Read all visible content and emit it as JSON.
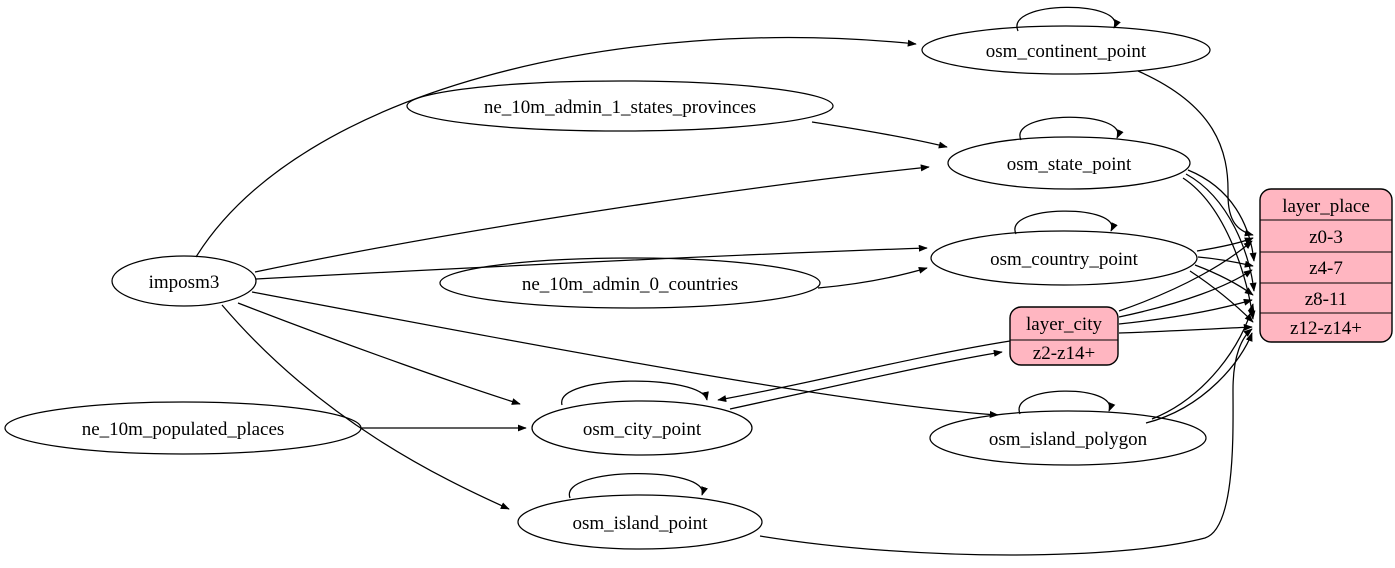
{
  "diagram": {
    "type": "etl-dependency-graph",
    "colors": {
      "background": "#ffffff",
      "node_fill": "#ffffff",
      "record_fill": "#ffb6c1",
      "stroke": "#000000"
    },
    "nodes": {
      "imposm3": {
        "label": "imposm3",
        "shape": "ellipse"
      },
      "ne_10m_admin_1_states_provinces": {
        "label": "ne_10m_admin_1_states_provinces",
        "shape": "ellipse"
      },
      "ne_10m_admin_0_countries": {
        "label": "ne_10m_admin_0_countries",
        "shape": "ellipse"
      },
      "ne_10m_populated_places": {
        "label": "ne_10m_populated_places",
        "shape": "ellipse"
      },
      "osm_continent_point": {
        "label": "osm_continent_point",
        "shape": "ellipse"
      },
      "osm_state_point": {
        "label": "osm_state_point",
        "shape": "ellipse"
      },
      "osm_country_point": {
        "label": "osm_country_point",
        "shape": "ellipse"
      },
      "osm_city_point": {
        "label": "osm_city_point",
        "shape": "ellipse"
      },
      "osm_island_polygon": {
        "label": "osm_island_polygon",
        "shape": "ellipse"
      },
      "osm_island_point": {
        "label": "osm_island_point",
        "shape": "ellipse"
      },
      "layer_city": {
        "title": "layer_city",
        "rows": [
          "z2-z14+"
        ],
        "shape": "record"
      },
      "layer_place": {
        "title": "layer_place",
        "rows": [
          "z0-3",
          "z4-7",
          "z8-11",
          "z12-z14+"
        ],
        "shape": "record"
      }
    },
    "edges": [
      {
        "from": "imposm3",
        "to": "osm_continent_point"
      },
      {
        "from": "imposm3",
        "to": "osm_state_point"
      },
      {
        "from": "imposm3",
        "to": "osm_country_point"
      },
      {
        "from": "imposm3",
        "to": "osm_city_point"
      },
      {
        "from": "imposm3",
        "to": "osm_island_polygon"
      },
      {
        "from": "imposm3",
        "to": "osm_island_point"
      },
      {
        "from": "ne_10m_admin_1_states_provinces",
        "to": "osm_state_point"
      },
      {
        "from": "ne_10m_admin_0_countries",
        "to": "osm_country_point"
      },
      {
        "from": "ne_10m_populated_places",
        "to": "osm_city_point"
      },
      {
        "from": "osm_continent_point",
        "to": "osm_continent_point"
      },
      {
        "from": "osm_state_point",
        "to": "osm_state_point"
      },
      {
        "from": "osm_country_point",
        "to": "osm_country_point"
      },
      {
        "from": "osm_city_point",
        "to": "osm_city_point"
      },
      {
        "from": "osm_island_polygon",
        "to": "osm_island_polygon"
      },
      {
        "from": "osm_island_point",
        "to": "osm_island_point"
      },
      {
        "from": "osm_continent_point",
        "to": "layer_place:z0-3"
      },
      {
        "from": "osm_country_point",
        "to": "layer_place:z0-3"
      },
      {
        "from": "osm_country_point",
        "to": "layer_place:z4-7"
      },
      {
        "from": "osm_country_point",
        "to": "layer_place:z8-11"
      },
      {
        "from": "osm_country_point",
        "to": "layer_place:z12-z14+"
      },
      {
        "from": "osm_state_point",
        "to": "layer_place:z4-7"
      },
      {
        "from": "osm_state_point",
        "to": "layer_place:z8-11"
      },
      {
        "from": "osm_state_point",
        "to": "layer_place:z12-z14+"
      },
      {
        "from": "osm_island_polygon",
        "to": "layer_place:z8-11"
      },
      {
        "from": "osm_island_polygon",
        "to": "layer_place:z12-z14+"
      },
      {
        "from": "osm_island_point",
        "to": "layer_place:z12-z14+"
      },
      {
        "from": "osm_city_point",
        "to": "layer_city:z2-z14+"
      },
      {
        "from": "layer_city",
        "to": "osm_city_point"
      },
      {
        "from": "layer_city",
        "to": "layer_place:z0-3"
      },
      {
        "from": "layer_city",
        "to": "layer_place:z4-7"
      },
      {
        "from": "layer_city",
        "to": "layer_place:z8-11"
      },
      {
        "from": "layer_city",
        "to": "layer_place:z12-z14+"
      }
    ]
  }
}
